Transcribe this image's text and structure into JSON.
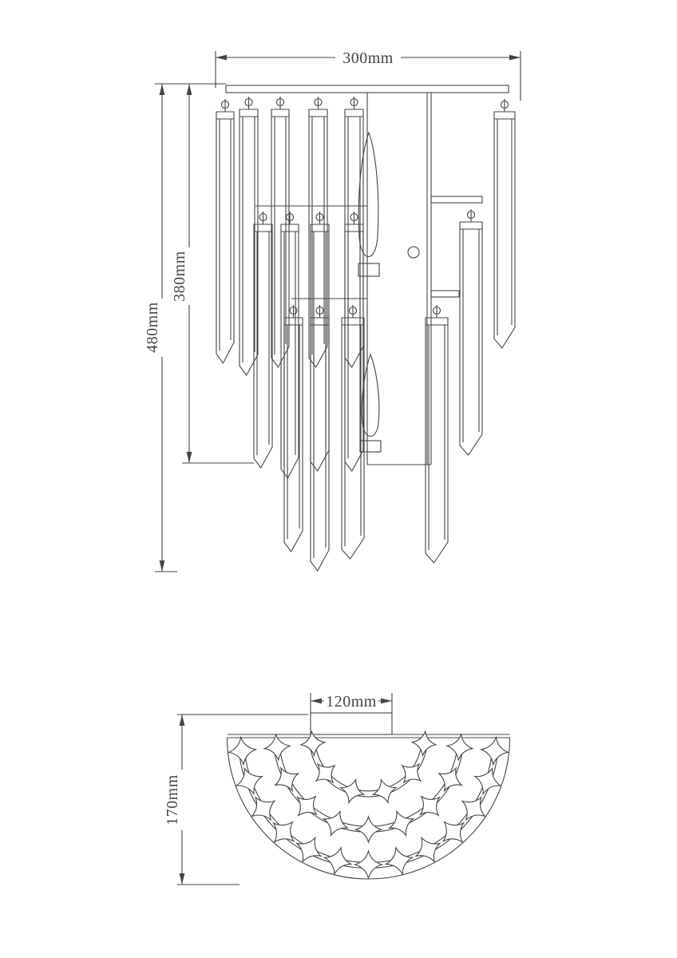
{
  "drawing": {
    "kind": "wall-lamp dimension drawing",
    "dimensions": {
      "top_width": "300mm",
      "inner_height": "380mm",
      "outer_height": "480mm",
      "canopy_width": "120mm",
      "bottom_height": "170mm"
    },
    "colors": {
      "line": "#444444",
      "background": "#ffffff"
    }
  }
}
